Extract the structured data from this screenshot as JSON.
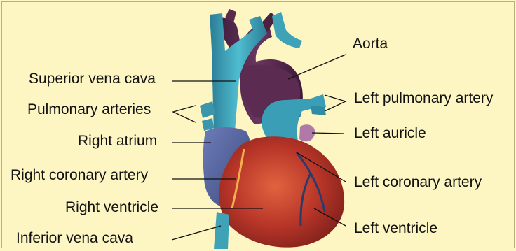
{
  "labels": {
    "aorta": "Aorta",
    "superior_vena_cava": "Superior vena cava",
    "pulmonary_arteries": "Pulmonary arteries",
    "left_pulmonary_artery": "Left pulmonary artery",
    "right_atrium": "Right atrium",
    "left_auricle": "Left auricle",
    "right_coronary_artery": "Right coronary artery",
    "left_coronary_artery": "Left coronary artery",
    "right_ventricle": "Right ventricle",
    "left_ventricle": "Left ventricle",
    "inferior_vena_cava": "Inferior vena cava"
  },
  "colors": {
    "background": "#fdf5c2",
    "vena_cava_blue": "#3fa3b8",
    "aorta_purple": "#5a2a4a",
    "ventricle_red": "#c8402e",
    "atrium_blue": "#5a6aa0"
  }
}
